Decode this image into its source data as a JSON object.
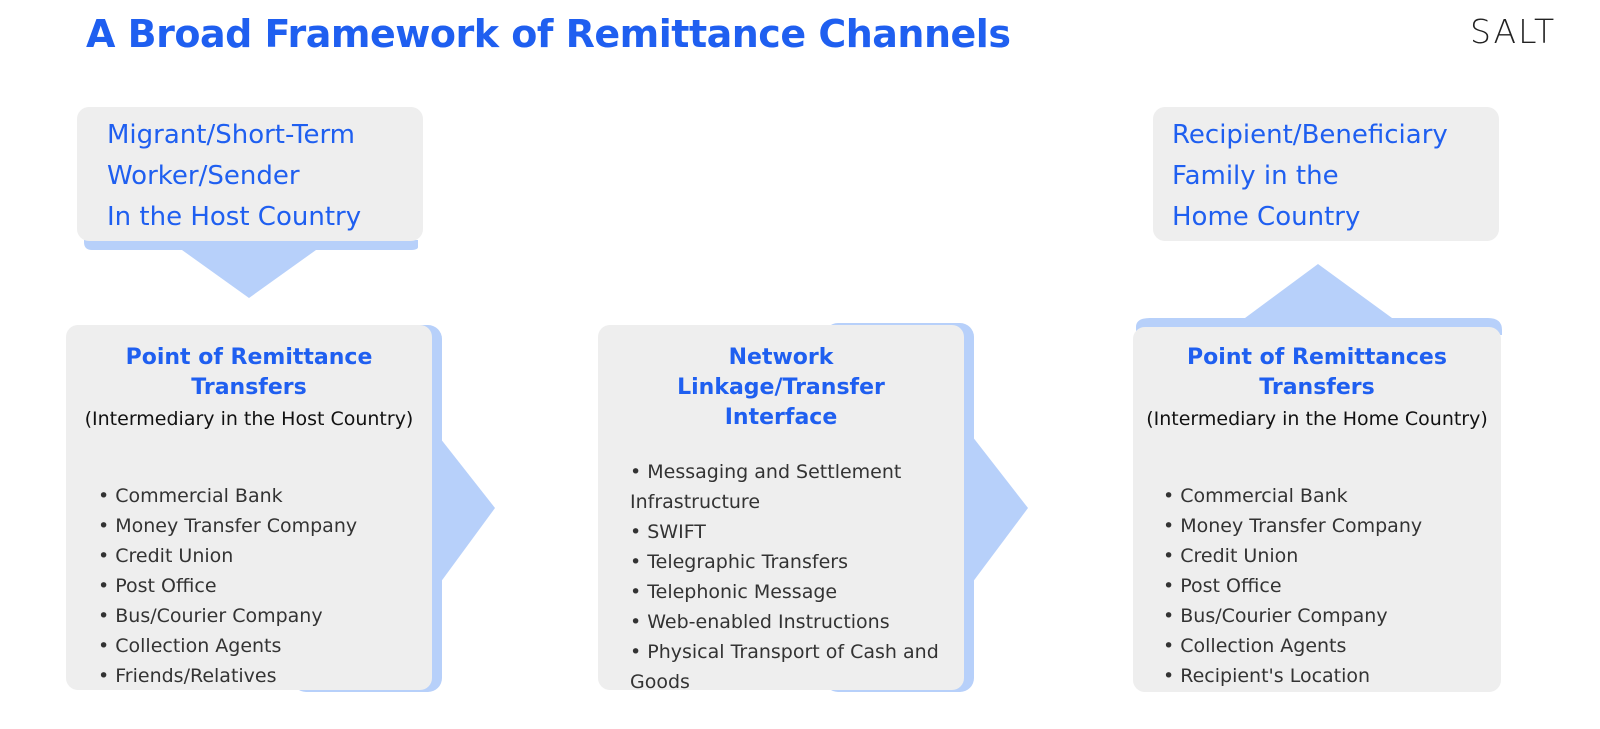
{
  "title": "A Broad Framework of Remittance Channels",
  "logo": "SALT",
  "colors": {
    "accent": "#1f5ff0",
    "box": "#eeeeee",
    "arrow": "#b7d0fa"
  },
  "sender": {
    "lines": [
      "Migrant/Short-Term",
      "Worker/Sender",
      "In the Host Country"
    ]
  },
  "recipient": {
    "lines": [
      "Recipient/Beneficiary",
      "Family in the",
      "Home Country"
    ]
  },
  "host_point": {
    "title": "Point of Remittance Transfers",
    "subtitle": "(Intermediary in the Host Country)",
    "items": [
      "Commercial Bank",
      "Money Transfer Company",
      "Credit Union",
      "Post Office",
      "Bus/Courier Company",
      "Collection Agents",
      "Friends/Relatives"
    ]
  },
  "network": {
    "title": "Network Linkage/Transfer Interface",
    "items": [
      "Messaging and Settlement Infrastructure",
      "SWIFT",
      "Telegraphic Transfers",
      "Telephonic Message",
      "Web-enabled Instructions",
      "Physical Transport of Cash and Goods"
    ]
  },
  "home_point": {
    "title": "Point of Remittances Transfers",
    "subtitle": "(Intermediary in the Home Country)",
    "items": [
      "Commercial Bank",
      "Money Transfer Company",
      "Credit Union",
      "Post Office",
      "Bus/Courier Company",
      "Collection Agents",
      "Recipient's Location"
    ]
  }
}
